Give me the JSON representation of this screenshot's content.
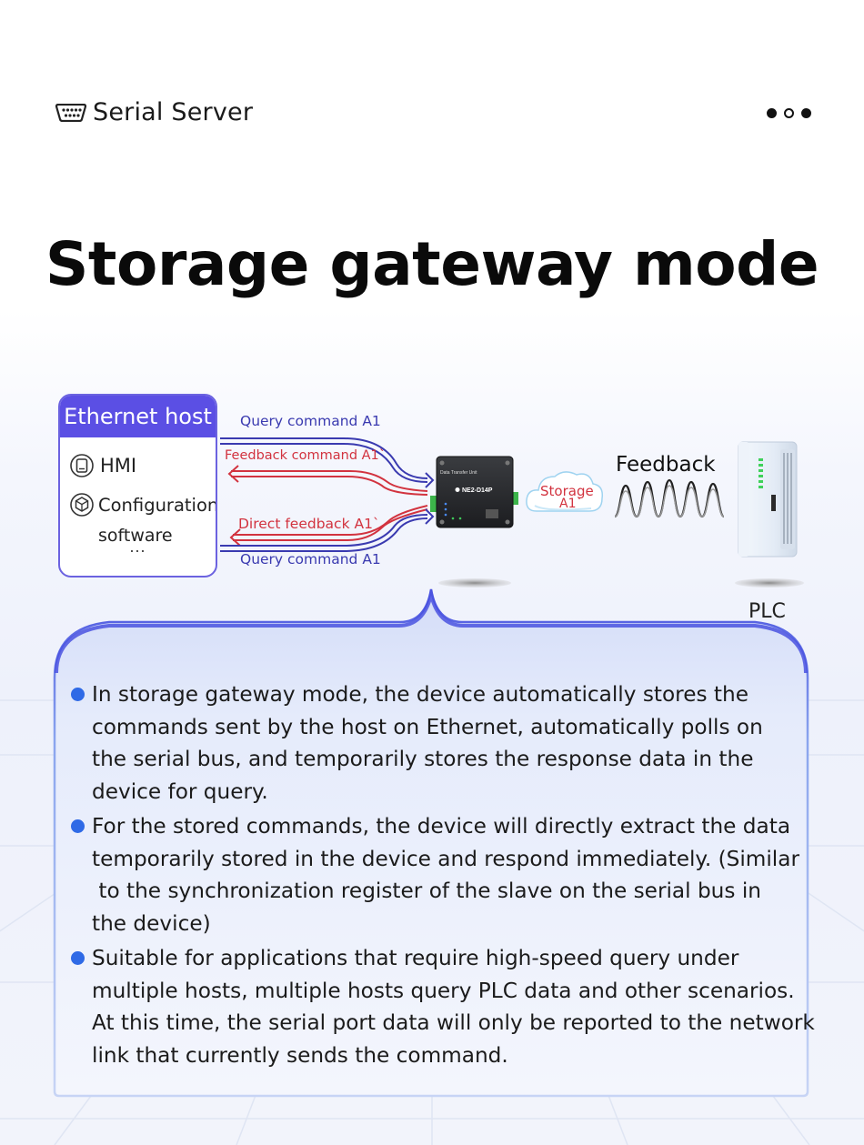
{
  "header": {
    "title": "Serial Server",
    "icon": "serial-port-icon"
  },
  "main_title": "Storage gateway mode",
  "diagram": {
    "host_box": {
      "title": "Ethernet host",
      "items": [
        {
          "label": "HMI",
          "icon": "hmi-icon"
        },
        {
          "label": "Configuration",
          "icon": "configuration-icon"
        }
      ],
      "sub_label": "software",
      "ellipsis": "···"
    },
    "arrows": {
      "top_query": "Query command A1",
      "top_feedback": "Feedback command A1`",
      "bottom_feedback": "Direct feedback A1`",
      "bottom_query": "Query command A1"
    },
    "device": {
      "header_text": "Data Transfer Unit",
      "model": "NE2-D14P"
    },
    "storage": {
      "line1": "Storage",
      "line2": "A1`"
    },
    "feedback_label": "Feedback",
    "plc_label": "PLC"
  },
  "bullets": [
    {
      "lines": [
        "In storage gateway mode, the device automatically stores the",
        "commands sent by the host on Ethernet, automatically polls on",
        "the serial bus, and temporarily stores the response data in the",
        "device for query."
      ]
    },
    {
      "lines": [
        "For the stored commands, the device will directly extract the data",
        "temporarily stored in the device and respond immediately. (Similar",
        " to the synchronization register of the slave on the serial bus in",
        "the device)"
      ]
    },
    {
      "lines": [
        "Suitable for applications that require high-speed query under",
        "multiple hosts, multiple hosts query PLC data and other scenarios.",
        "At this time, the serial port data will only be reported to the network",
        "link that currently sends the command."
      ]
    }
  ],
  "colors": {
    "accent_purple": "#5b4fe4",
    "query_blue": "#3a3ab0",
    "feedback_red": "#d2333f",
    "bullet_blue": "#2f6ae6"
  }
}
